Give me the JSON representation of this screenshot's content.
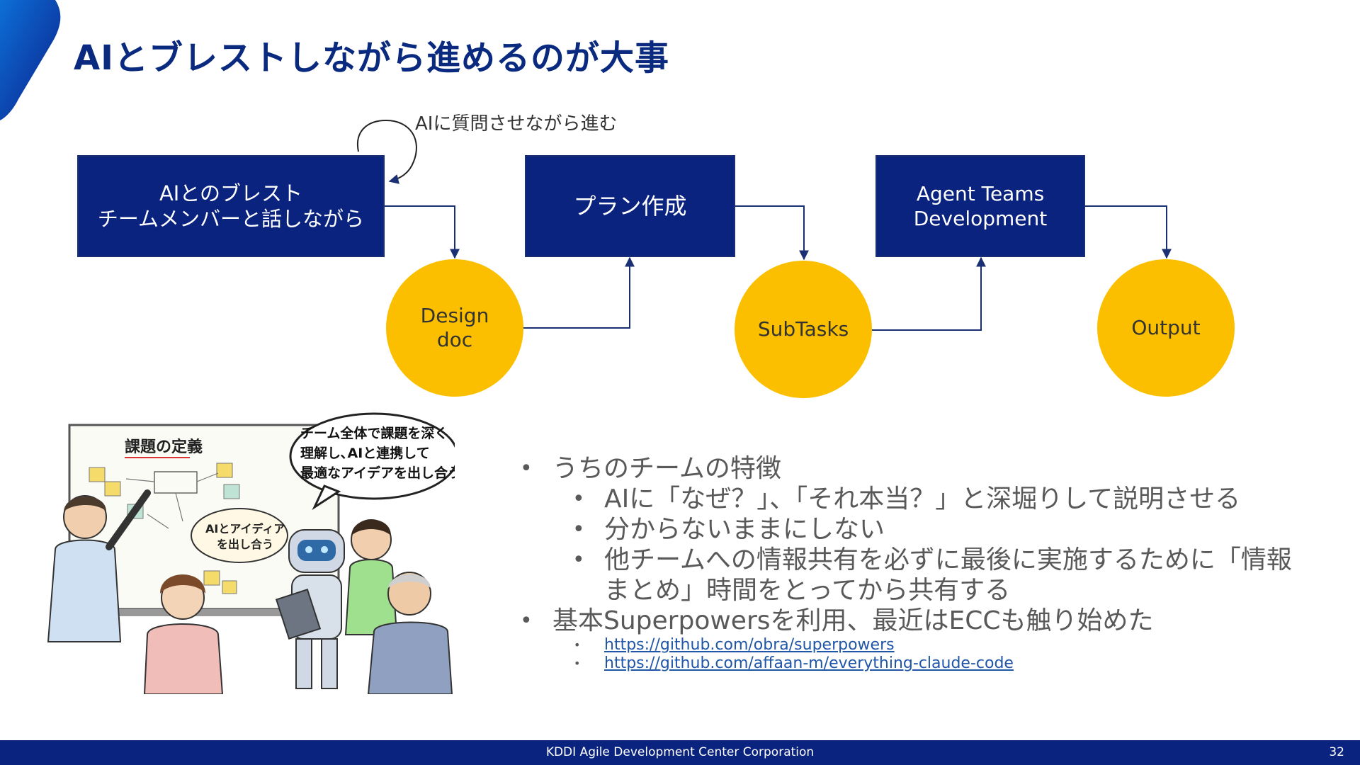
{
  "slide": {
    "title": "AIとブレストしながら進めるのが大事",
    "page_number": "32",
    "footer": "KDDI Agile Development Center Corporation"
  },
  "flow": {
    "loop_label": "AIに質問させながら進む",
    "box1": {
      "line1": "AIとのブレスト",
      "line2": "チームメンバーと話しながら"
    },
    "box2": {
      "label": "プラン作成"
    },
    "box3": {
      "line1": "Agent Teams",
      "line2": "Development"
    },
    "circle1": {
      "line1": "Design",
      "line2": "doc"
    },
    "circle2": {
      "label": "SubTasks"
    },
    "circle3": {
      "label": "Output"
    }
  },
  "illustration": {
    "board_title": "課題の定義",
    "bubble_large": [
      "チーム全体で課題を深く",
      "理解し､AIと連携して",
      "最適なアイデアを出し合う"
    ],
    "bubble_small": [
      "AIとアイディア",
      "を出し合う"
    ]
  },
  "bullets": {
    "item1": "うちのチームの特徴",
    "item1_sub": [
      "AIに「なぜ？」、「それ本当？」と深堀りして説明させる",
      "分からないままにしない",
      "他チームへの情報共有を必ずに最後に実施するために「情報",
      "まとめ」時間をとってから共有する"
    ],
    "item2": "基本Superpowersを利用、最近はECCも触り始めた",
    "links": [
      "https://github.com/obra/superpowers",
      "https://github.com/affaan-m/everything-claude-code"
    ]
  },
  "colors": {
    "navy": "#0a237e",
    "gold": "#fbbf00",
    "title_blue": "#0a2a7f",
    "link": "#1f56a8"
  }
}
